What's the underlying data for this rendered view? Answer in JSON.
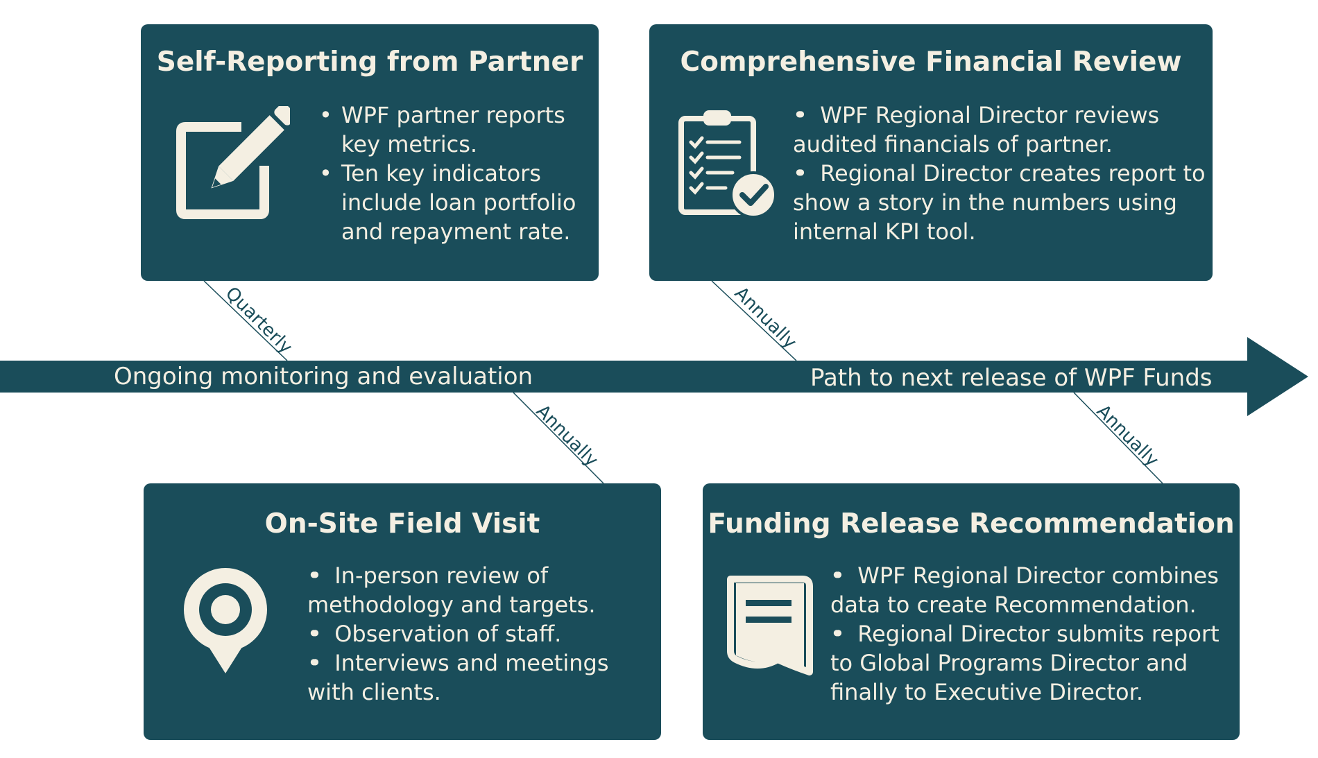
{
  "colors": {
    "card_bg": "#1a4d5a",
    "card_text": "#f4efe2",
    "background": "#ffffff"
  },
  "cards": [
    {
      "title": "Self-Reporting from Partner",
      "icon": "edit-pencil-icon",
      "bullets": [
        "WPF partner reports key metrics.",
        "Ten key indicators include loan portfolio and repayment rate."
      ]
    },
    {
      "title": "Comprehensive Financial Review",
      "icon": "clipboard-check-icon",
      "bullets": [
        "WPF Regional Director reviews audited financials of partner.",
        "Regional Director creates report to show a story in the numbers using internal KPI tool."
      ]
    },
    {
      "title": "On-Site Field Visit",
      "icon": "map-pin-icon",
      "bullets": [
        "In-person review of methodology and targets.",
        "Observation of staff.",
        "Interviews and meetings with clients."
      ]
    },
    {
      "title": "Funding Release Recommendation",
      "icon": "document-bookmark-icon",
      "bullets": [
        "WPF Regional Director combines data to create Recommendation.",
        "Regional Director submits report to Global Programs Director and finally to Executive Director."
      ]
    }
  ],
  "timeline": {
    "left_label": "Ongoing monitoring and evaluation",
    "right_label": "Path to next release of WPF Funds"
  },
  "connectors": [
    {
      "label": "Quarterly"
    },
    {
      "label": "Annually"
    },
    {
      "label": "Annually"
    },
    {
      "label": "Annually"
    }
  ]
}
